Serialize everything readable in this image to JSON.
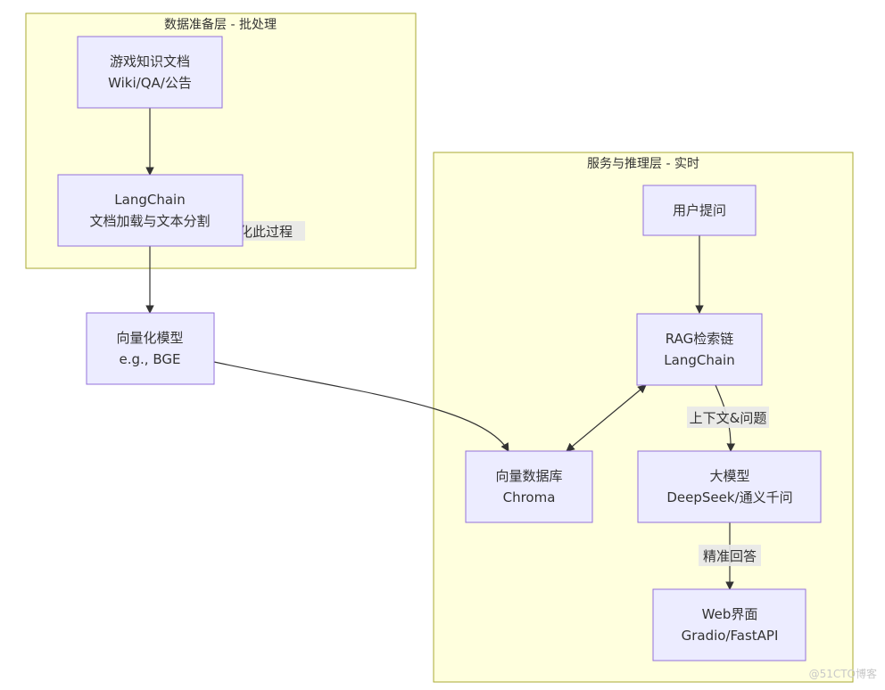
{
  "clusters": {
    "data_prep": {
      "title": "数据准备层 - 批处理"
    },
    "serving": {
      "title": "服务与推理层 - 实时"
    }
  },
  "nodes": {
    "game_docs": {
      "line1": "游戏知识文档",
      "line2": "Wiki/QA/公告"
    },
    "langchain_split": {
      "line1": "LangChain",
      "line2": "文档加载与文本分割"
    },
    "embedding": {
      "line1": "向量化模型",
      "line2": "e.g., BGE"
    },
    "vector_db": {
      "line1": "向量数据库",
      "line2": "Chroma"
    },
    "user_question": {
      "line1": "用户提问"
    },
    "rag_chain": {
      "line1": "RAG检索链",
      "line2": "LangChain"
    },
    "llm": {
      "line1": "大模型",
      "line2": "DeepSeek/通义千问"
    },
    "web_ui": {
      "line1": "Web界面",
      "line2": "Gradio/FastAPI"
    }
  },
  "edge_labels": {
    "process": "化此过程",
    "context_question": "上下文&问题",
    "precise_answer": "精准回答"
  },
  "watermark": "@51CTO博客",
  "colors": {
    "cluster_fill": "#ffffde",
    "cluster_stroke": "#aaaa33",
    "node_fill": "#ececff",
    "node_stroke": "#9370db",
    "edge": "#333333"
  }
}
